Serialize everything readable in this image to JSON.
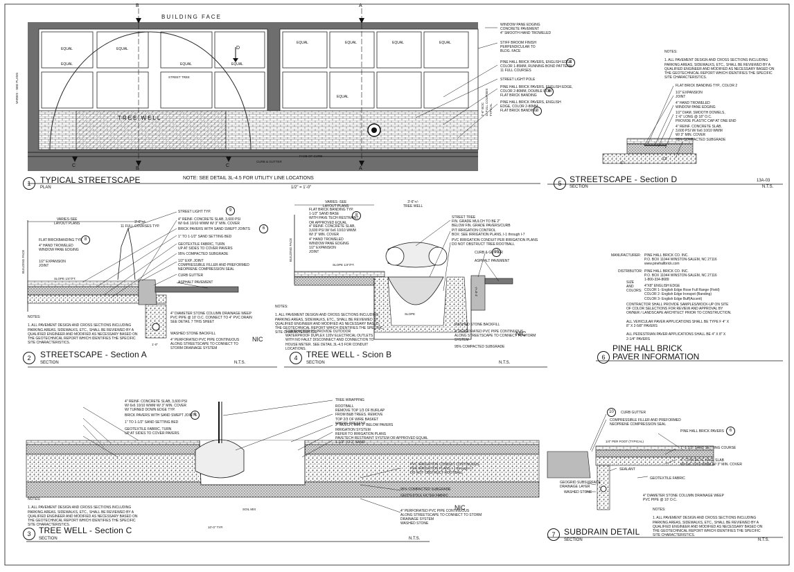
{
  "colors": {
    "ink": "#111111",
    "hatch": "#555555",
    "gravel": "#888888",
    "wall": "#6e6e6e"
  },
  "plan": {
    "building_face": "BUILDING FACE",
    "equal_labels": [
      "EQUAL",
      "EQUAL",
      "EQUAL",
      "EQUAL",
      "EQUAL",
      "EQUAL",
      "EQUAL",
      "EQUAL",
      "EQUAL",
      "EQUAL"
    ],
    "street_tree": "STREET TREE",
    "tree_well": "TREE WELL",
    "curb_gutter": "CURB & GUTTER",
    "face_of_curb": "FACE OF CURB",
    "varies": "VARIES - SEE PLANS",
    "dim_right": "3'-6\" BOC\n11 FULL COURSES\nTYPICAL",
    "markers": {
      "b": "B",
      "a": "A",
      "c": "C",
      "d": "D"
    },
    "callouts": [
      "WINDOW PANE EDGING\nCONCRETE PAVEMENT\n4\" SMOOTH HAND TROWELED",
      "STIFF BROOM FINISH\nPERPENDICULAR TO\nBLDG. FACE",
      "PINE HALL BRICK PAVERS, ENGLISH EDGE\nCOLOR 1-85MM, RUNNING BOND PATTERN\n11 FULL COURSES",
      "STREET LIGHT POLE",
      "PINE HALL BRICK PAVERS, ENGLISH EDGE,\nCOLOR 2-80MM, DOUBLE ROW\nFLAT BRICK BANDING",
      "PINE HALL BRICK PAVERS, ENGLISH\nEDGE, COLOR 2-80MM\nFLAT BRICK BANDING"
    ],
    "note": "NOTE: SEE DETAIL 3L-4.5 FOR UTILITY LINE LOCATIONS",
    "scale": "1/2\" = 1'-0\"",
    "num": "1",
    "title": "TYPICAL STREETSCAPE",
    "subtitle": "PLAN"
  },
  "section_d": {
    "notes": "NOTES:\n\n1.  ALL PAVEMENT DESIGN AND CROSS SECTIONS INCLUDING\nPARKING AREAS, SIDEWALKS, ETC., SHALL BE REVIEWED BY A\nQUALIFIED ENGINEER AND MODIFIED AS NECESSARY BASED ON\nTHE GEOTECHNICAL REPORT WHICH IDENTIFIES THE SPECIFIC\nSITE CHARACTERISTICS.",
    "callouts": [
      "FLAT BRICK BANDING TYP., COLOR 2",
      "1/2\" EXPANSION\nJOINT",
      "4\" HAND TROWELED\nWINDOW PANE EDGING",
      "1/2\" DIAM. SMOOTH DOWELS,\n1'-6\" LONG @ 18\" O.C.\nPROVIDE PLASTIC CAP AT ONE END",
      "4\" REINF. CONCRETE SLAB,\n3,600 PSI W/ 6x6 10/10 WWM\nW/ 3\" MIN. COVER",
      "95% COMPACTED SUBGRADE"
    ],
    "dims": [
      "6\"",
      "12\""
    ],
    "sheet_no": "13A-03",
    "num": "5",
    "title": "STREETSCAPE - Section D",
    "subtitle": "SECTION",
    "scale": "N.T.S."
  },
  "section_a": {
    "top_label": "VARIES-SEE\nLAYOUT PLANS",
    "top_dim": "3'-6\"+/-\n11 FULL COURSES TYP.",
    "building_face": "BUILDING FACE",
    "slope": "SLOPE 1/4\"/FT.",
    "left_callouts": [
      "FLAT BRICKBANDING TYP.",
      "4\" HAND TROWELED\nWINDOW PANE EDGING",
      "1/2\" EXPANSION\nJOINT"
    ],
    "callouts": [
      "STREET LIGHT TYP.",
      "4\" REINF. CONCRETE SLAB, 3,600 PSI\nW/ 6x6 10/10 WWM W/ 3\" MIN. COVER",
      "BRICK PAVERS WITH SAND SWEPT JOINTS",
      "1\" TO 1-1/2\" SAND SETTING BED",
      "GEOTEXTILE FABRIC, TURN\nUP AT SIDES TO COVER PAVERS",
      "95% COMPACTED SUBGRADE",
      "1/2\" EXP. JOINT\nCOMPRESSIBLE FILLER AND PREFORMED\nNEOPRENE COMPRESSION SEAL",
      "CURB GUTTER",
      "ASPHALT PAVEMENT",
      "4\" DIAMETER STONE COLUMN DRAINAGE WEEP\nPVC PIPE @ 10' O.C. CONNECT TO 4\" PVC DRAIN\nSEE DETAIL 7 THIS SHEET",
      "WASHED STONE BACKFILL",
      "4\" PERFORATED PVC PIPE CONTINUOUS\nALONG STREETSCAPE TO CONNECT TO\nSTORM DRAINAGE SYSTEM"
    ],
    "nic": "NIC",
    "notes": "NOTES:\n\n1.  ALL PAVEMENT DESIGN AND CROSS SECTIONS INCLUDING\nPARKING AREAS, SIDEWALKS, ETC., SHALL BE REVIEWED BY A\nQUALIFIED ENGINEER AND MODIFIED AS NECESSARY BASED ON\nTHE GEOTECHNICAL REPORT WHICH IDENTIFIES THE SPECIFIC\nSITE CHARACTERISTICS.",
    "dim_bottom": "1'-0\"",
    "num": "2",
    "title": "STREETSCAPE - Section A",
    "subtitle": "SECTION",
    "scale": "N.T.S."
  },
  "section_b": {
    "top_label": "VARIES -SEE\nLAYOUT PLANS",
    "top_dim": "3'-6\"+/-\nTREE WELL",
    "building_face": "BUILDING FACE",
    "slope": "SLOPE 1/4\"/FT.",
    "slope2": "SLOPE",
    "left_callouts": [
      "FLAT BRICK BANDING TYP.\n1-1/2\" SAND BASE\nWITH PAVE TECH RESTRAINT\nOR APPROVED EQUAL",
      "4\" REINF. CONCRETE SLAB,\n3,600 PSI W/ 6x6 10/10 WWM\nW/ 3\" MIN. COVER\n4\" HAND TROWELED\nWINDOW PANE EDGING",
      "1/2\" EXPANSION\nJOINT"
    ],
    "callouts": [
      "STREET TREE\nFIN. GRADE MULCH TO BE 2\"\nBELOW FIN. GRADE PAVERS/CURB",
      "PIT IRRIGATION CONTROL\nBOX: SEE IRRIGATION PLANS, I-1 through I-7",
      "PVC IRRIGATION CONDUIT PER IRRIGATION PLANS\nDO NOT OBSTRUCT TREE ROOTBALL",
      "CURB & GUTTER",
      "ASPHALT PAVEMENT",
      "WASHED STONE BACKFILL",
      "4\" PERFORATED PVC PIPE CONTINUOUS\nALONG STREETSCAPE TO CONNECT TO STORM\nSYSTEM",
      "95% COMPACTED SUBGRADE"
    ],
    "dim_right": "3'-0\"+/-",
    "notes": "NOTES:\n\n1.  ALL PAVEMENT DESIGN AND CROSS SECTIONS INCLUDING\nPARKING AREAS, SIDEWALKS, ETC., SHALL BE REVIEWED BY\nQUALIFIED ENGINEER AND MODIFIED AS NECESSARY BASED\nTHE GEOTECHNICAL REPORT WHICH IDENTIFIES THE SPECIFIC\nSITE CHARACTERISTICS.",
    "contractor_note": "CONTRACTOR TO PROVIDE OUTDOOR\nWATERPROOF DUPLEX 120V ELECTRICAL OUTLETS\nWITH NO FAULT DISCONNECT AND CONNECTION TO\nHOUSE METER. SEE DETAIL 3L-4.5 FOR CONDUIT\nLOCATIONS.",
    "nic": "NIC",
    "num": "4",
    "title": "TREE WELL - Scion B",
    "subtitle": "SECTION",
    "scale": "N.T.S."
  },
  "paver_info": {
    "manufacturer_label": "MANUFACTURER:",
    "manufacturer": "PINE HALL BRICK CO. INC.\nP.O. BOX 11044 WINSTON-SALEM, NC 27116\nwww.pinehallbrick.com",
    "distributor_label": "DISTRIBUTOR:",
    "distributor": "PINE HALL BRICK CO. INC.\nP.O. BOX 11044 WINSTON-SALEM, NC 27116\n1-800-334-8689",
    "size_label": "SIZE\nAND\nCOLORS:",
    "size": "4\"X8\" ENGLISH EDGE\nCOLOR 1- English Edge Rose Full Range (Field)\nCOLOR 2- English Edge Ironspot (Banding)\nCOLOR 3- English Edge Buff(Accent)",
    "notes": "CONTRACTOR SHALL PROVIDE SAMPLES/MOCK-UP ON SITE\nOF COLOR SELECTIONS FOR REVIEW AND APPROVAL BY\nOWNER / LANDSCAPE ARCHITECT PRIOR TO CONSTRUCTION.\n\nALL VEHICULAR PAVER APPLICATIONS SHALL BE TYPE F 4\" X\n8\" X 2-5/8\" PAVERS\n\nALL PEDESTRIAN PAVER APPLICATIONS SHALL BE 4\" X 8\" X\n2-1/4\" PAVERS",
    "num": "6",
    "title": "PINE HALL BRICK\nPAVER INFORMATION"
  },
  "section_c": {
    "callouts_left": [
      "4\" REINF. CONCRETE SLAB, 3,600 PSI\nW/ 6x6 10/10 WWM W/ 3\" MIN. COVER\nW/ TURNED DOWN EDGE TYP.",
      "BRICK PAVERS WITH SAND SWEPT JOINTS",
      "1\" TO 1-1/2\" SAND SETTING BED",
      "GEOTEXTILE FABRIC, TURN\nUP AT SIDES TO COVER PAVERS"
    ],
    "callouts_right": [
      "TREE WRAPPING",
      "ROOTBALL\nREMOVE TOP 1/3 OF BURLAP\nFROM B&B TREES. REMOVE\nTOP 2/3 OF WIRE BASKET\nWHERE PRESENT",
      "2\" MULCH, MIN. 2\" BELOW PAVERS",
      "IRRIGATION SYSTEM\nREFER TO IRRIGATION PLANS",
      "PAVETECH RESTRAINT SYSTEM OR APPROVED EQUAL\n1-1/2\" TO 2\" SAND",
      "PVC IRRIGATION CONDUIT CONTINUOUS\nPER IRRIGATION PLANS I-1 through I-7\nDO NOT OBSTRUCT ROOTBALL",
      "95% COMPACTED SUBGRADE",
      "GEOTEXTILE FILTER FABRIC",
      "4\" PERFORATED PVC PIPE CONTINUOUS\nALONG STREETSCAPE TO CONNECT TO STORM\nDRAINAGE SYSTEM",
      "WASHED STONE"
    ],
    "soil_mix": "SOIL MIX",
    "dim_bottom": "10'-0\" TYP.",
    "nic": "NIC",
    "notes": "NOTES:\n\n1.  ALL PAVEMENT DESIGN AND CROSS SECTIONS INCLUDING\nPARKING AREAS, SIDEWALKS, ETC., SHALL BE REVIEWED BY A\nQUALIFIED ENGINEER AND MODIFIED AS NECESSARY BASED ON\nTHE GEOTECHNICAL REPORT WHICH IDENTIFIES THE SPECIFIC\nSITE CHARACTERISTICS.",
    "num": "3",
    "title": "TREE WELL - Section C",
    "subtitle": "SECTION",
    "scale": "N.T.S."
  },
  "subdrain": {
    "callouts": [
      "CURB GUTTER",
      "COMPRESSIBLE FILLER AND PREFORMED\nNEOPRENE COMPRESSION SEAL",
      "PINE HALL BRICK PAVERS",
      "1\"-1 1/2\" SAND SETTING COURSE",
      "4\" CONCRETE BASE SLAB\nW/ 6x6 10/10 WWM W/ 3\" MIN. COVER",
      "SEALANT",
      "GEOTEXTILE FABRIC",
      "GEOGRID SUBSURFACE\nDRAINAGE LAYER",
      "WASHED STONE",
      "4\" DIAMETER STONE COLUMN DRAINAGE WEEP\nPVC PIPE @ 10' O.C."
    ],
    "slope": "1/4\" PER FOOT (TYPICAL)",
    "notes": "NOTES:\n\n1.  ALL PAVEMENT DESIGN AND CROSS SECTIONS INCLUDING\nPARKING AREAS, SIDEWALKS, ETC., SHALL BE REVIEWED BY A\nQUALIFIED ENGINEER AND MODIFIED AS NECESSARY BASED ON\nTHE GEOTECHNICAL REPORT WHICH IDENTIFIES THE SPECIFIC\nSITE CHARACTERISTICS.",
    "num": "7",
    "title": "SUBDRAIN DETAIL",
    "subtitle": "SECTION",
    "scale": "N.T.S."
  },
  "refs": {
    "one": "1",
    "six": "6",
    "eight": "8",
    "nine": "9",
    "ten": "10"
  }
}
